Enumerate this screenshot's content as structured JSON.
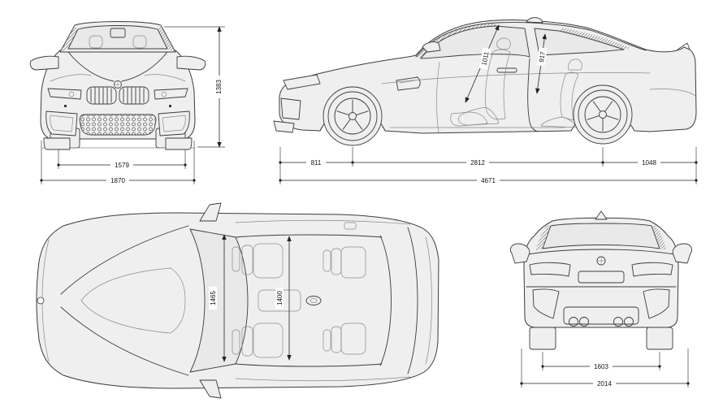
{
  "diagram": {
    "kind": "car-blueprint-four-views",
    "colors": {
      "background": "#ffffff",
      "line": "#3b3b3b",
      "body_fill": "#efefef",
      "dimension_line": "#222222",
      "text": "#111111"
    }
  },
  "views": {
    "front": {
      "height": "1383",
      "track": "1579",
      "overall_width": "1870"
    },
    "side": {
      "front_overhang": "811",
      "wheelbase": "2812",
      "rear_overhang": "1048",
      "overall_length": "4671",
      "front_headroom": "1011",
      "rear_headroom": "917"
    },
    "top": {
      "front_interior_width": "1465",
      "rear_interior_width": "1400"
    },
    "rear": {
      "track": "1603",
      "width_incl_mirrors": "2014"
    }
  }
}
